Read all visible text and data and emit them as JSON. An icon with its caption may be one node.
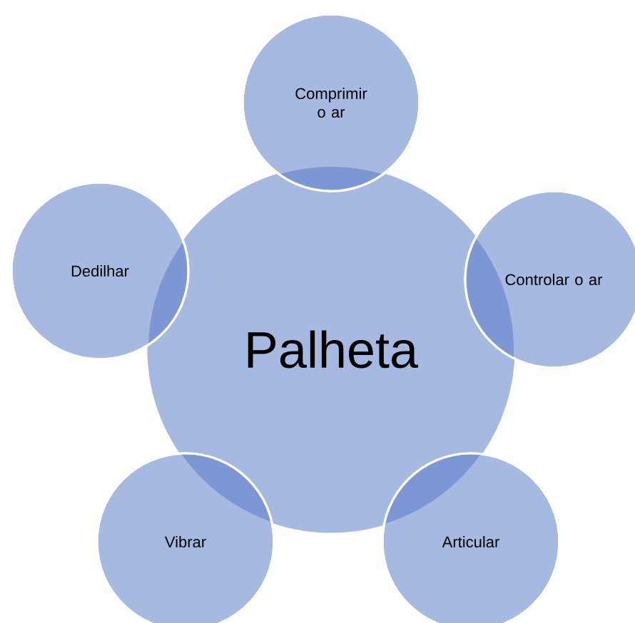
{
  "diagram": {
    "nodes": [
      {
        "text": [
          "Palheta"
        ]
      },
      {
        "text": [
          "Comprimir o ar"
        ]
      },
      {
        "text": [
          "Controlar o ar"
        ]
      },
      {
        "text": [
          "Articular"
        ]
      },
      {
        "text": [
          "Vibrar"
        ]
      },
      {
        "text": [
          "Dedilhar"
        ]
      }
    ]
  }
}
